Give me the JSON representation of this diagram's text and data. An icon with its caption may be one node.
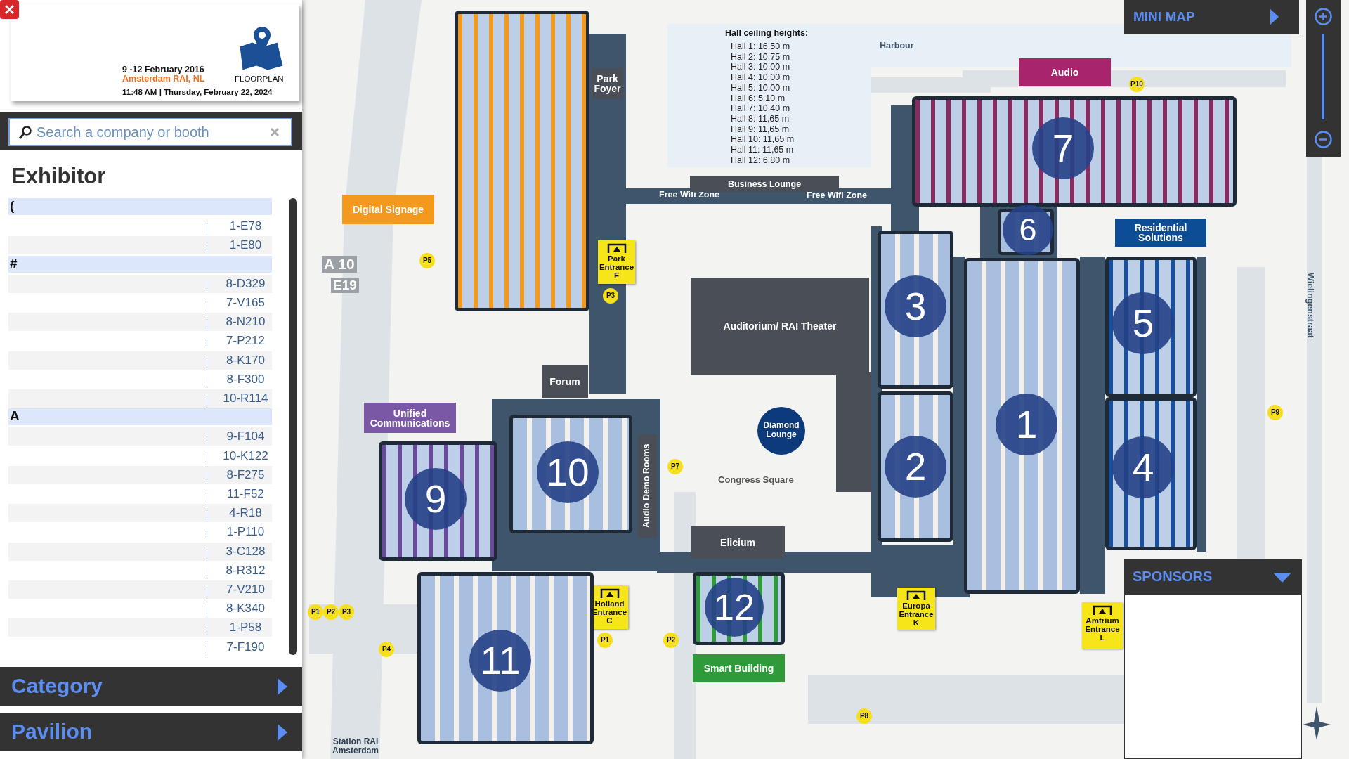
{
  "diagram": {
    "nodes": [
      {
        "text": [],
        "shape": "box"
      },
      {
        "text": [
          "Park Foyer"
        ]
      },
      {
        "text": [
          "Digital Signage"
        ]
      },
      {
        "text": [
          "Audio"
        ]
      },
      {
        "text": [
          "7"
        ]
      },
      {
        "text": [
          "Business Lounge"
        ]
      },
      {
        "text": [
          "6"
        ]
      },
      {
        "text": [
          "Residential Solutions"
        ]
      },
      {
        "text": [
          "Park Entrance F"
        ]
      },
      {
        "text": [
          "3"
        ]
      },
      {
        "text": [
          "5"
        ]
      },
      {
        "text": [
          "Auditorium/ RAI Theater"
        ]
      },
      {
        "text": [
          "Forum"
        ]
      },
      {
        "text": [
          "Unified Communications"
        ]
      },
      {
        "text": [
          "1"
        ]
      },
      {
        "text": [
          "Diamond Lounge"
        ]
      },
      {
        "text": [
          "10"
        ]
      },
      {
        "text": [
          "Audio Demo Rooms"
        ]
      },
      {
        "text": [
          "2"
        ]
      },
      {
        "text": [
          "4"
        ]
      },
      {
        "text": [
          "9"
        ]
      },
      {
        "text": [
          "Elicium"
        ]
      },
      {
        "text": [
          "12"
        ]
      },
      {
        "text": [
          "Holland Entrance C"
        ]
      },
      {
        "text": [
          "Europa Entrance K"
        ]
      },
      {
        "text": [
          "Amtrium Entrance L"
        ]
      },
      {
        "text": [
          "11"
        ]
      },
      {
        "text": [
          "Smart Building"
        ]
      }
    ],
    "labels": [
      "9 -12 February 2016",
      "Amsterdam RAI, NL",
      "FLOORPLAN",
      "11:48 AM | Thursday, February 22, 2024",
      "Search a company or booth",
      "MINI MAP",
      "Hall ceiling heights:",
      "Hall 1: 16,50 m",
      "Hall 2: 10,75 m",
      "Hall 3: 10,00 m",
      "Hall 4: 10,00 m",
      "Hall 5: 10,00 m",
      "Hall 6: 5,10 m",
      "Hall 7: 10,40 m",
      "Hall 8: 11,65 m",
      "Hall 9: 11,65 m",
      "Hall 10: 11,65 m",
      "Hall 11: 11,65 m",
      "Hall 12: 6,80 m",
      "Harbour",
      "Exhibitor",
      "(",
      "1-E78",
      "1-E80",
      "#",
      "8-D329",
      "7-V165",
      "8-N210",
      "7-P212",
      "8-K170",
      "8-F300",
      "10-R114",
      "A",
      "9-F104",
      "10-K122",
      "8-F275",
      "11-F52",
      "4-R18",
      "1-P110",
      "3-C128",
      "8-R312",
      "7-V210",
      "8-K340",
      "1-P58",
      "7-F190",
      "P10",
      "Free Wifi Zone",
      "Free Wifi Zone",
      "P5",
      "A 10",
      "E19",
      "P3",
      "Wielingenstraat",
      "P9",
      "P7",
      "Congress Square",
      "P1",
      "P2",
      "P3",
      "P1",
      "P2",
      "P4",
      "SPONSORS",
      "Category",
      "Pavilion",
      "P8",
      "Station RAI Amsterdam"
    ]
  }
}
